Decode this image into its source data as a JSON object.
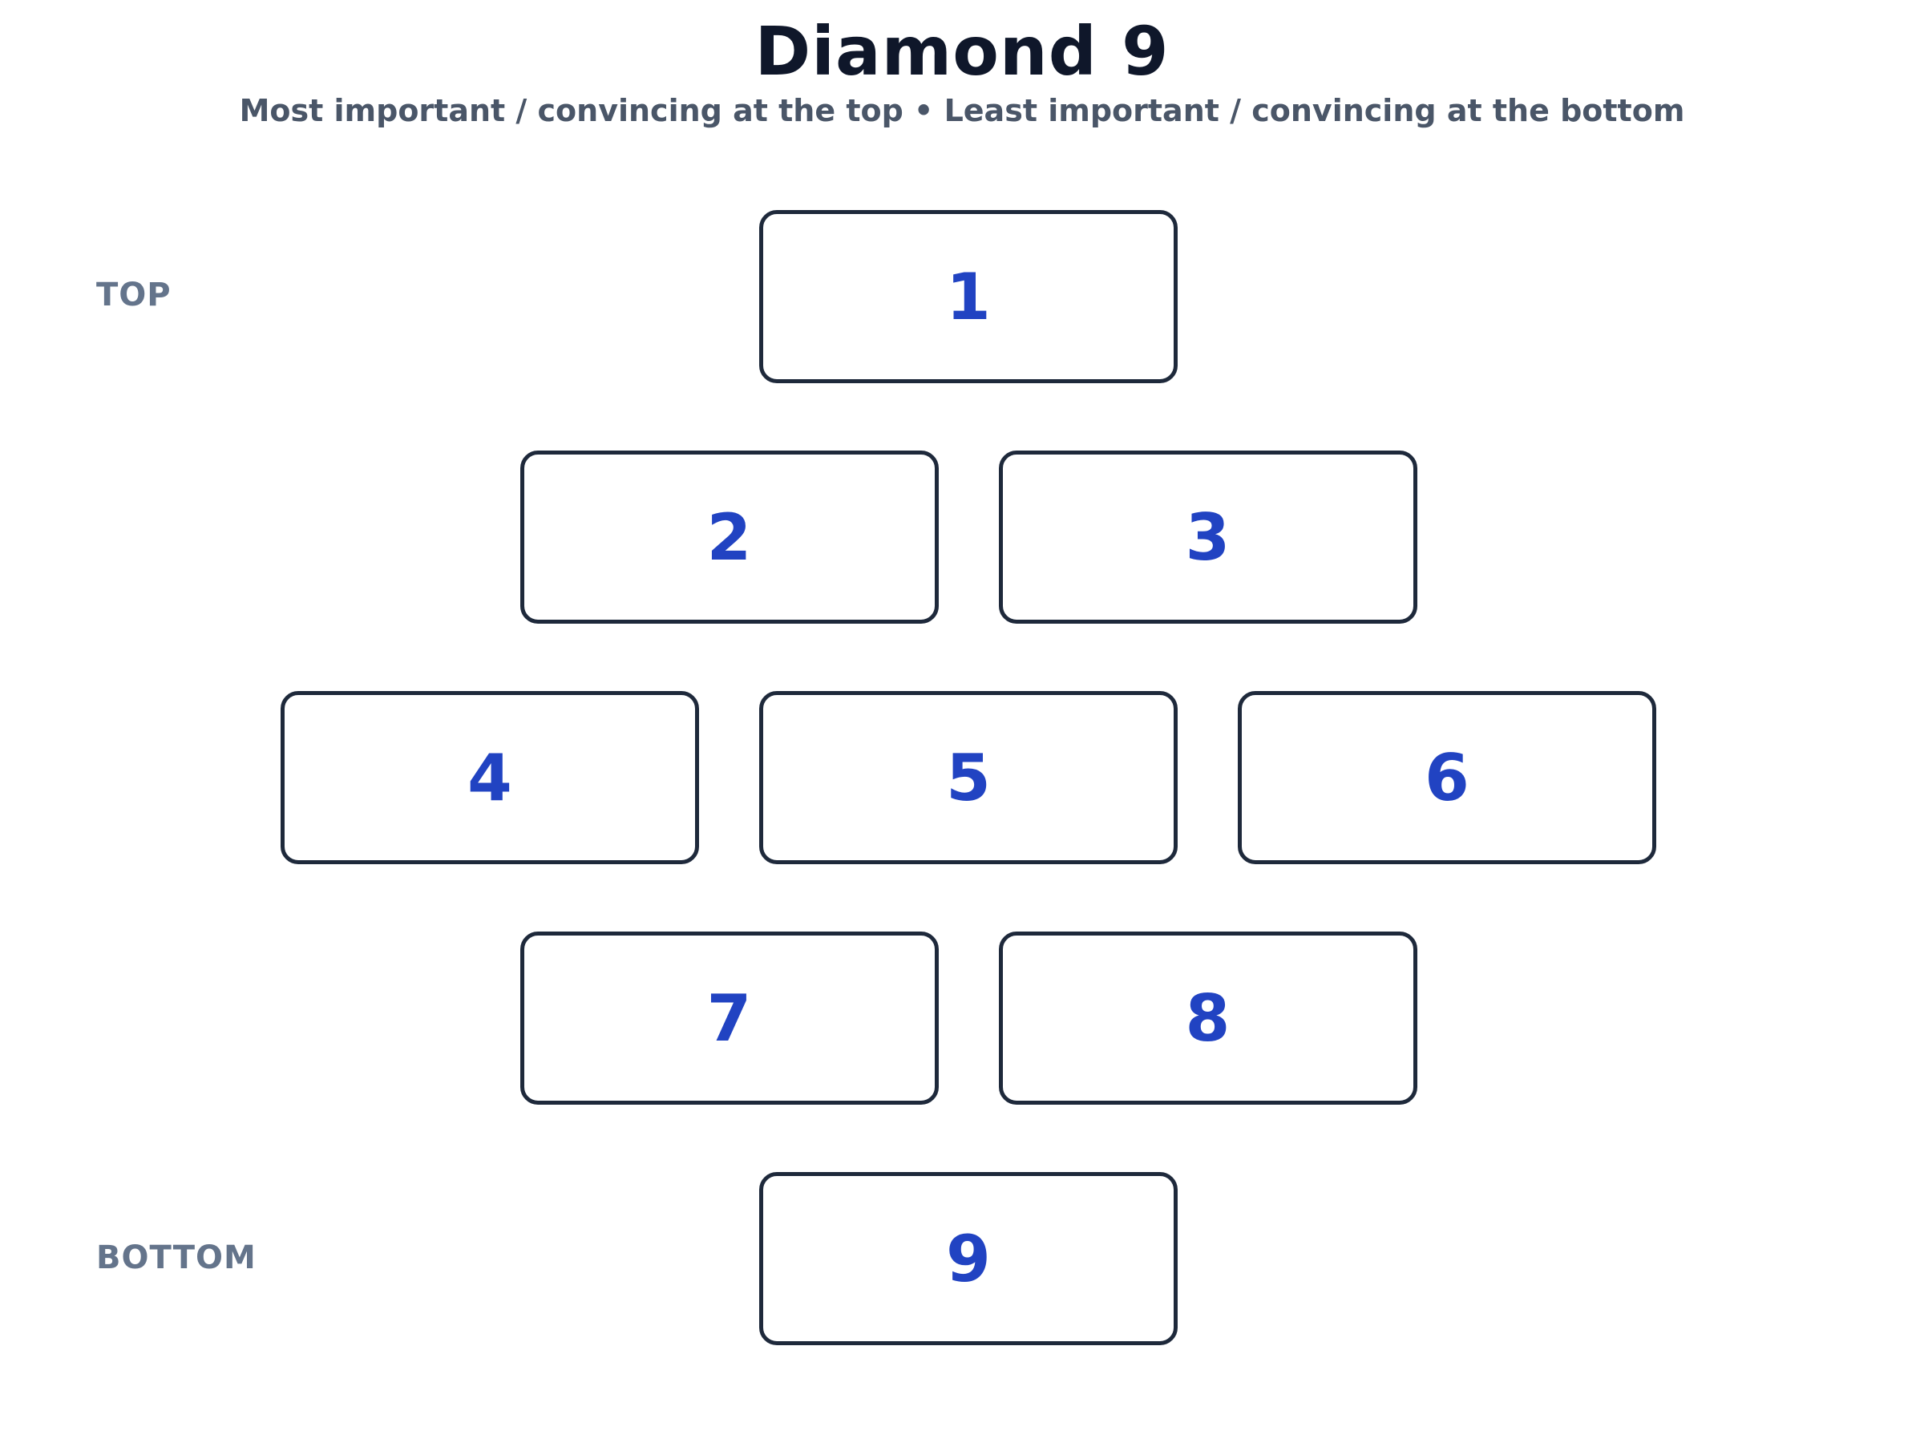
{
  "header": {
    "title": "Diamond 9",
    "subtitle": "Most important / convincing at the top • Least important / convincing at the bottom"
  },
  "side_labels": {
    "top": "TOP",
    "bottom": "BOTTOM"
  },
  "diamond": {
    "rows": [
      [
        "1"
      ],
      [
        "2",
        "3"
      ],
      [
        "4",
        "5",
        "6"
      ],
      [
        "7",
        "8"
      ],
      [
        "9"
      ]
    ]
  },
  "colors": {
    "background": "#ffffff",
    "title_text": "#0f172a",
    "subtitle_text": "#4a5668",
    "side_label_text": "#64748b",
    "card_border": "#1e293b",
    "card_fill": "#ffffff",
    "card_number": "#2143c2"
  }
}
